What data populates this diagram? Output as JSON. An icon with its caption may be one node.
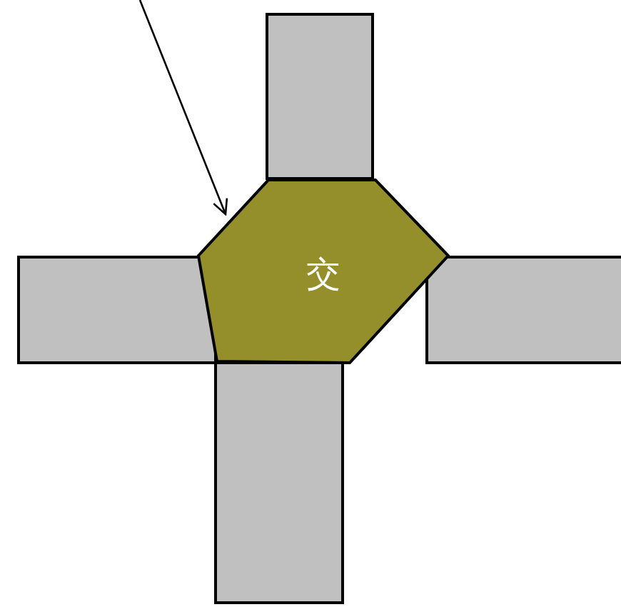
{
  "diagram": {
    "nodes": [
      {
        "text": [],
        "shape": "box"
      },
      {
        "text": [],
        "shape": "box"
      },
      {
        "text": [],
        "shape": "box"
      },
      {
        "text": [],
        "shape": "box"
      },
      {
        "text": [
          "交"
        ]
      }
    ],
    "edges": [
      {
        "from": null,
        "to": 4,
        "arrow": "to"
      }
    ]
  }
}
